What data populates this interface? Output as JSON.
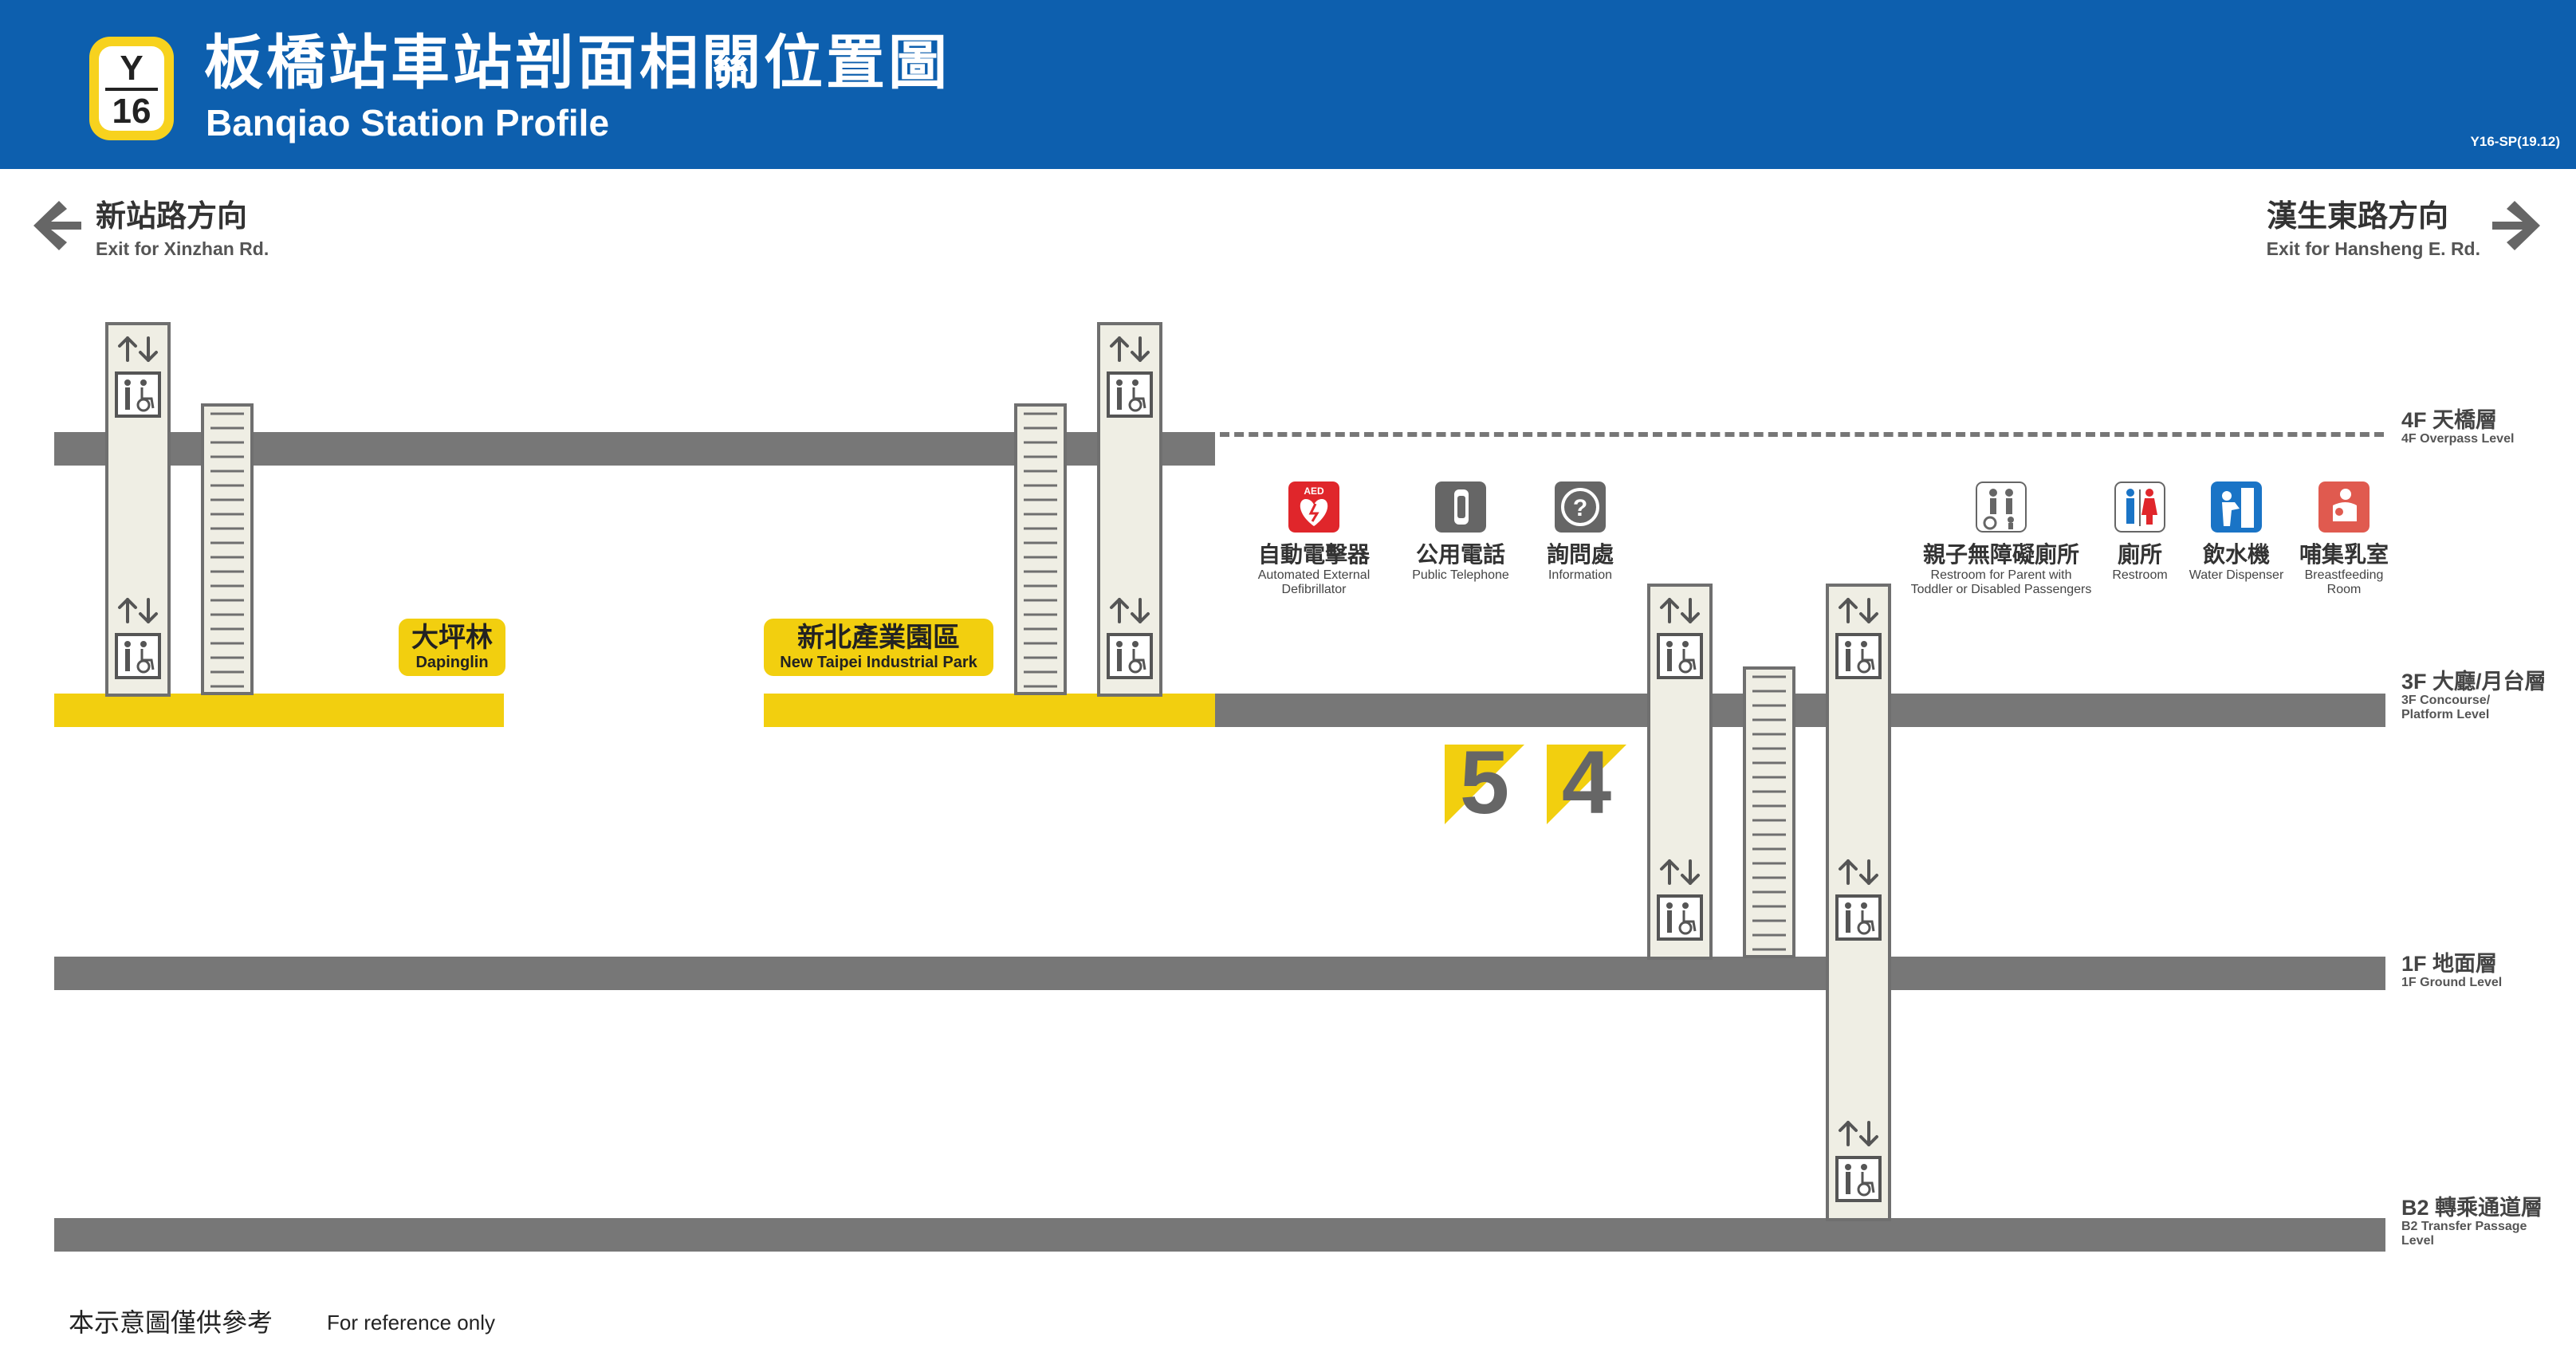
{
  "header": {
    "line_code_letter": "Y",
    "line_code_number": "16",
    "title_zh": "板橋站車站剖面相關位置圖",
    "title_en": "Banqiao Station Profile",
    "doc_code": "Y16-SP(19.12)"
  },
  "directions": {
    "left_zh": "新站路方向",
    "left_en": "Exit for Xinzhan Rd.",
    "right_zh": "漢生東路方向",
    "right_en": "Exit for Hansheng E. Rd."
  },
  "floors": [
    {
      "zh": "4F 天橋層",
      "en": "4F Overpass Level"
    },
    {
      "zh": "3F 大廳/月台層",
      "en_line1": "3F Concourse/",
      "en_line2": "Platform Level"
    },
    {
      "zh": "1F 地面層",
      "en": "1F Ground Level"
    },
    {
      "zh": "B2 轉乘通道層",
      "en_line1": "B2 Transfer Passage",
      "en_line2": "Level"
    }
  ],
  "stations": [
    {
      "zh": "大坪林",
      "en": "Dapinglin"
    },
    {
      "zh": "新北產業園區",
      "en": "New Taipei Industrial Park"
    }
  ],
  "platforms": [
    "5",
    "4"
  ],
  "facilities": [
    {
      "zh": "自動電擊器",
      "en_line1": "Automated External",
      "en_line2": "Defibrillator",
      "icon": "aed-icon",
      "color": "#e0262b",
      "glyph": "AED"
    },
    {
      "zh": "公用電話",
      "en_line1": "Public Telephone",
      "en_line2": "",
      "icon": "phone-icon",
      "color": "#666666",
      "glyph": "☎"
    },
    {
      "zh": "詢問處",
      "en_line1": "Information",
      "en_line2": "",
      "icon": "information-icon",
      "color": "#666666",
      "glyph": "?"
    },
    {
      "zh": "親子無障礙廁所",
      "en_line1": "Restroom for Parent with",
      "en_line2": "Toddler or Disabled Passengers",
      "icon": "family-restroom-icon",
      "color": "#ffffff",
      "glyph": "♿"
    },
    {
      "zh": "廁所",
      "en_line1": "Restroom",
      "en_line2": "",
      "icon": "restroom-icon",
      "color": "#ffffff",
      "glyph": "🚻"
    },
    {
      "zh": "飲水機",
      "en_line1": "Water Dispenser",
      "en_line2": "",
      "icon": "water-dispenser-icon",
      "color": "#1a74c6",
      "glyph": "⛲"
    },
    {
      "zh": "哺集乳室",
      "en_line1": "Breastfeeding",
      "en_line2": "Room",
      "icon": "breastfeeding-room-icon",
      "color": "#e05a4f",
      "glyph": "♥"
    }
  ],
  "footer": {
    "zh": "本示意圖僅供參考",
    "en": "For reference only"
  }
}
